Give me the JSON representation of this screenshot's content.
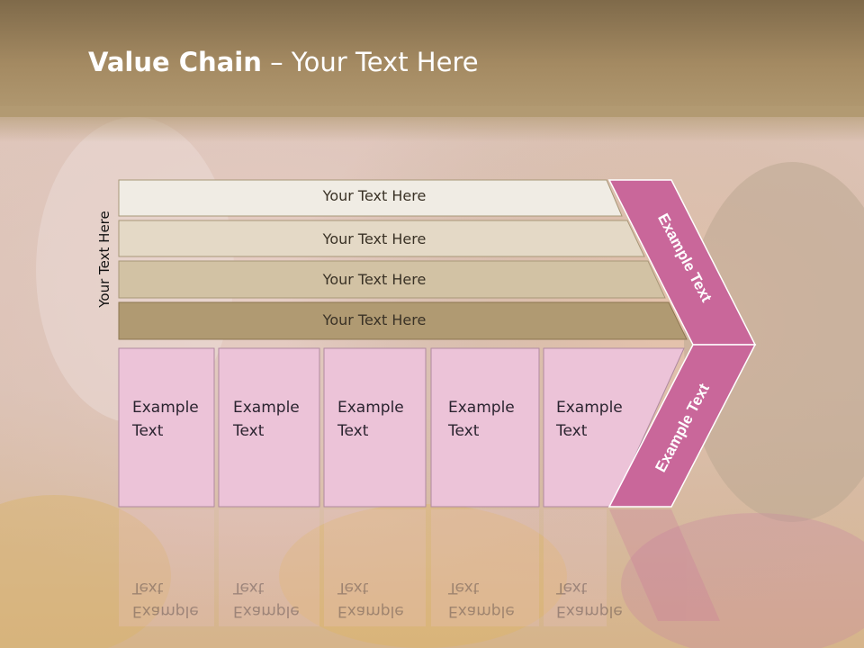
{
  "slide": {
    "title_bold": "Value Chain",
    "title_rest": " – Your Text Here",
    "side_label": "Your Text Here"
  },
  "bars": [
    {
      "label": "Your Text Here",
      "color": "#f0ece4"
    },
    {
      "label": "Your Text Here",
      "color": "#e4d9c6"
    },
    {
      "label": "Your Text Here",
      "color": "#d2c2a4"
    },
    {
      "label": "Your Text Here",
      "color": "#b09a72"
    }
  ],
  "boxes": [
    {
      "line1": "Example",
      "line2": "Text"
    },
    {
      "line1": "Example",
      "line2": "Text"
    },
    {
      "line1": "Example",
      "line2": "Text"
    },
    {
      "line1": "Example",
      "line2": "Text"
    },
    {
      "line1": "Example",
      "line2": "Text"
    }
  ],
  "chevrons": {
    "top_label": "Example Text",
    "bottom_label": "Example Text",
    "color": "#c9679a",
    "box_color": "#ecc3d8"
  }
}
